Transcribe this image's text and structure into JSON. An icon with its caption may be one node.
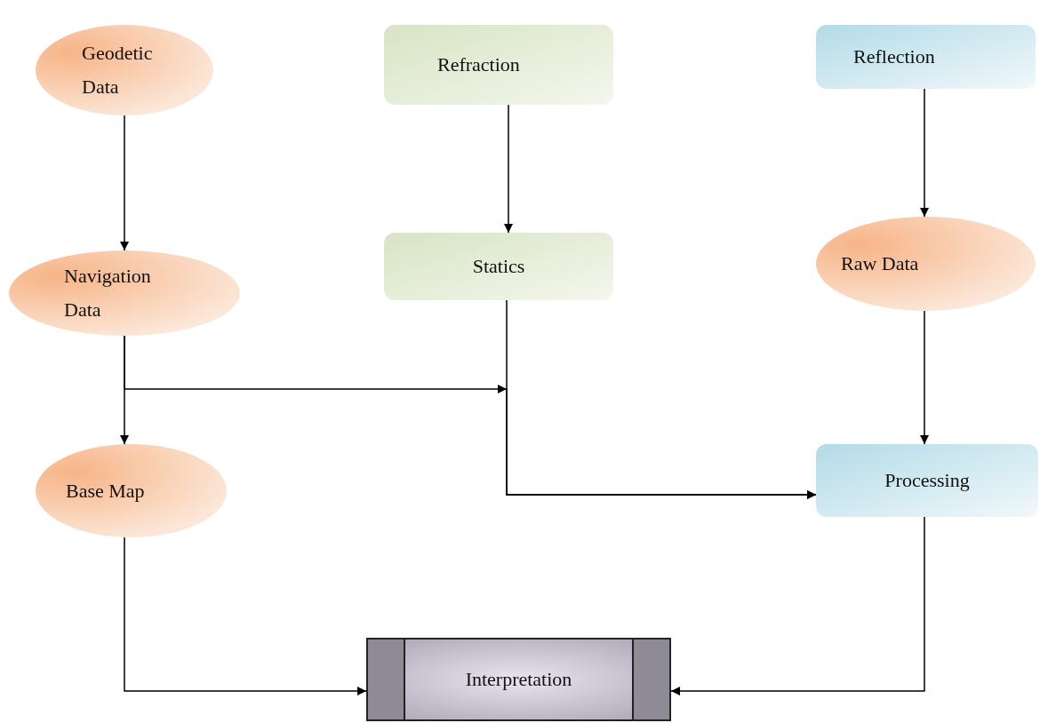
{
  "diagram": {
    "nodes": [
      {
        "text": [
          "Geodetic Data"
        ]
      },
      {
        "text": [
          "Navigation Data"
        ]
      },
      {
        "text": [
          "Base Map"
        ]
      },
      {
        "text": [
          "Refraction"
        ]
      },
      {
        "text": [
          "Statics"
        ]
      },
      {
        "text": [
          "Reflection"
        ]
      },
      {
        "text": [
          "Raw Data"
        ]
      },
      {
        "text": [
          "Processing"
        ]
      },
      {
        "text": [
          "Interpretation"
        ]
      }
    ],
    "edges": [
      {
        "from": 0,
        "to": 1,
        "arrow": "to"
      },
      {
        "from": 3,
        "to": 4,
        "arrow": "to"
      },
      {
        "from": 5,
        "to": 6,
        "arrow": "to"
      },
      {
        "from": 1,
        "to": 2,
        "arrow": "to"
      },
      {
        "from": 1,
        "to": 7,
        "arrow": "to"
      },
      {
        "from": 4,
        "to": 7,
        "arrow": "to"
      },
      {
        "from": 6,
        "to": 7,
        "arrow": "to"
      },
      {
        "from": 2,
        "to": 8,
        "arrow": "to"
      },
      {
        "from": 7,
        "to": 8,
        "arrow": "to"
      }
    ]
  }
}
